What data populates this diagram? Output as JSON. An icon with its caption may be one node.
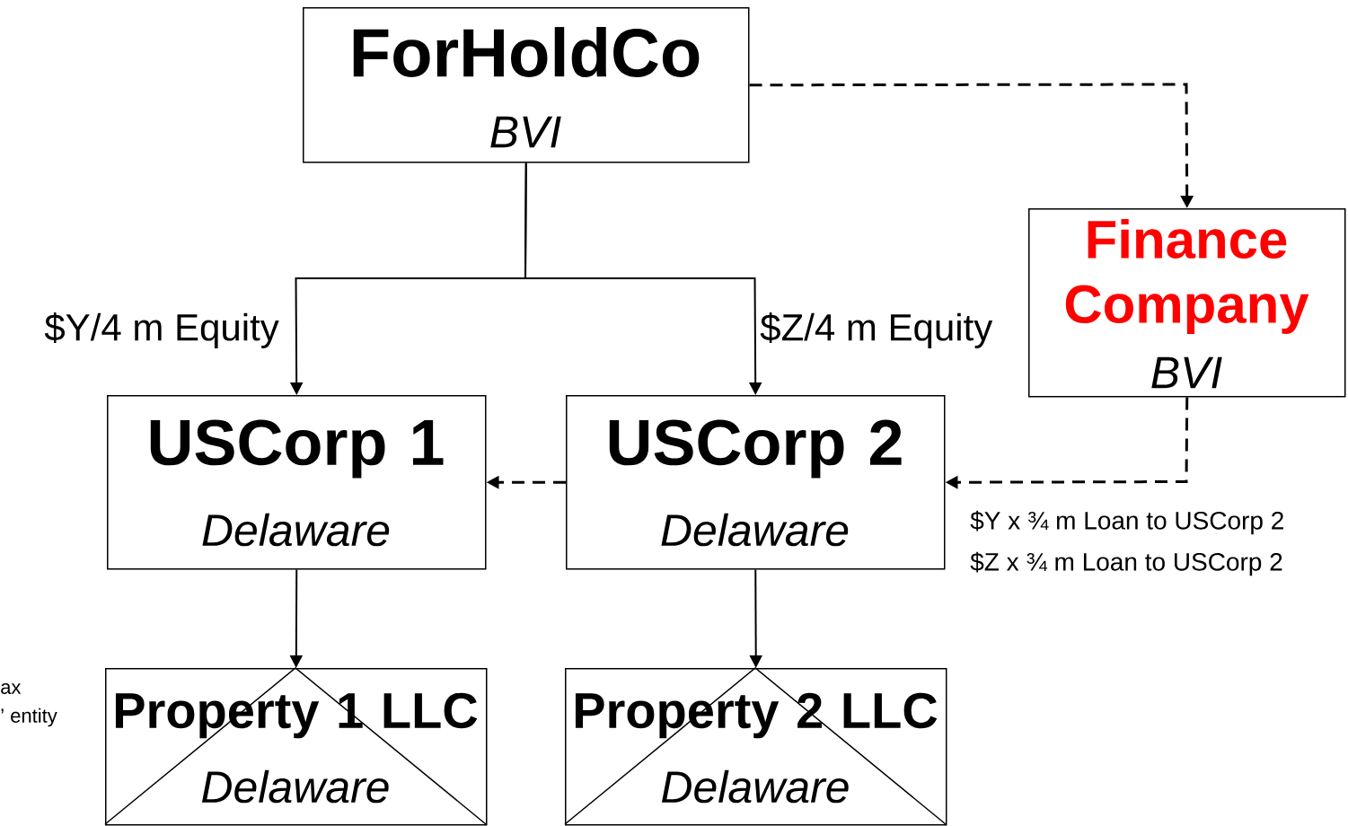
{
  "diagram": {
    "nodes": [
      {
        "text": [
          "ForHoldCo",
          "BVI"
        ]
      },
      {
        "text": [
          "Finance Company",
          "BVI"
        ]
      },
      {
        "text": [
          "USCorp 1",
          "Delaware"
        ]
      },
      {
        "text": [
          "USCorp 2",
          "Delaware"
        ]
      },
      {
        "text": [
          "Property 1 LLC",
          "Delaware"
        ]
      },
      {
        "text": [
          "Property 2 LLC",
          "Delaware"
        ]
      }
    ],
    "edges": [
      {
        "from": 0,
        "to": 2,
        "arrow": "to",
        "label": "$Y/4 m Equity"
      },
      {
        "from": 0,
        "to": 3,
        "arrow": "to",
        "label": "$Z/4 m Equity"
      },
      {
        "from": 0,
        "to": 1,
        "arrow": "to",
        "style": "dashed"
      },
      {
        "from": 1,
        "to": 3,
        "arrow": "to",
        "style": "dashed"
      },
      {
        "from": 3,
        "to": 2,
        "arrow": "to",
        "style": "dashed"
      },
      {
        "from": 2,
        "to": 4,
        "arrow": "to"
      },
      {
        "from": 3,
        "to": 5,
        "arrow": "to"
      }
    ],
    "labels": [
      "$Y x ¾ m Loan to USCorp 2",
      "$Z x ¾ m Loan to USCorp 2",
      "ax",
      "’ entity"
    ]
  }
}
